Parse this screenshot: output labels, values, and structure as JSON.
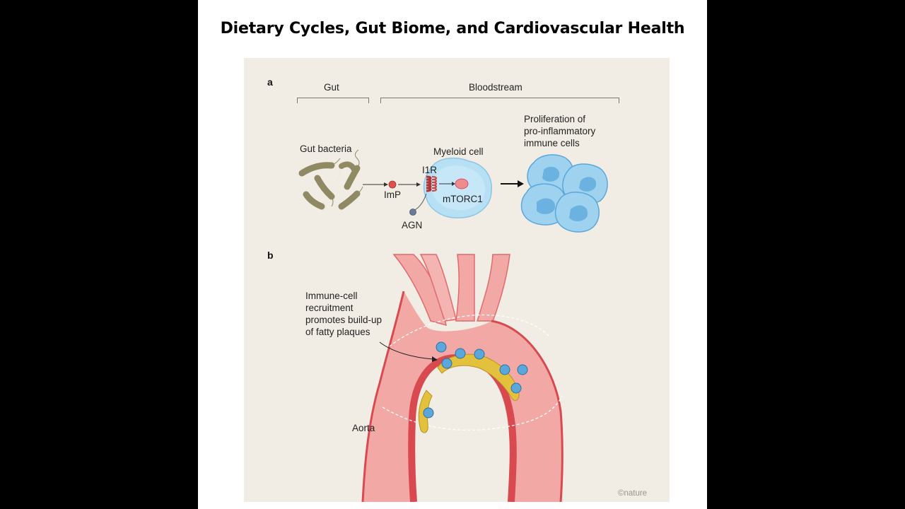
{
  "slide": {
    "title": "Dietary Cycles, Gut Biome, and Cardiovascular Health"
  },
  "panel_a": {
    "label": "a",
    "gut_heading": "Gut",
    "bloodstream_heading": "Bloodstream",
    "gut_bacteria": "Gut bacteria",
    "imp": "ImP",
    "i1r": "I1R",
    "agn": "AGN",
    "myeloid_cell": "Myeloid cell",
    "mtorc1": "mTORC1",
    "proliferation_line1": "Proliferation of",
    "proliferation_line2": "pro-inflammatory",
    "proliferation_line3": "immune cells"
  },
  "panel_b": {
    "label": "b",
    "recruitment_line1": "Immune-cell",
    "recruitment_line2": "recruitment",
    "recruitment_line3": "promotes build-up",
    "recruitment_line4": "of fatty plaques",
    "aorta": "Aorta"
  },
  "credit": "©nature",
  "colors": {
    "background": "#000000",
    "slide": "#ffffff",
    "figure_bg": "#f1ede4",
    "bacteria": "#8f8a64",
    "imp_red": "#d9534f",
    "receptor": "#b03333",
    "cell_blue": "#9fd2ee",
    "immune_blue": "#5aa7dc",
    "aorta_pink": "#f2a9a6",
    "aorta_wall": "#d84a4f",
    "plaque": "#e4c13c"
  }
}
